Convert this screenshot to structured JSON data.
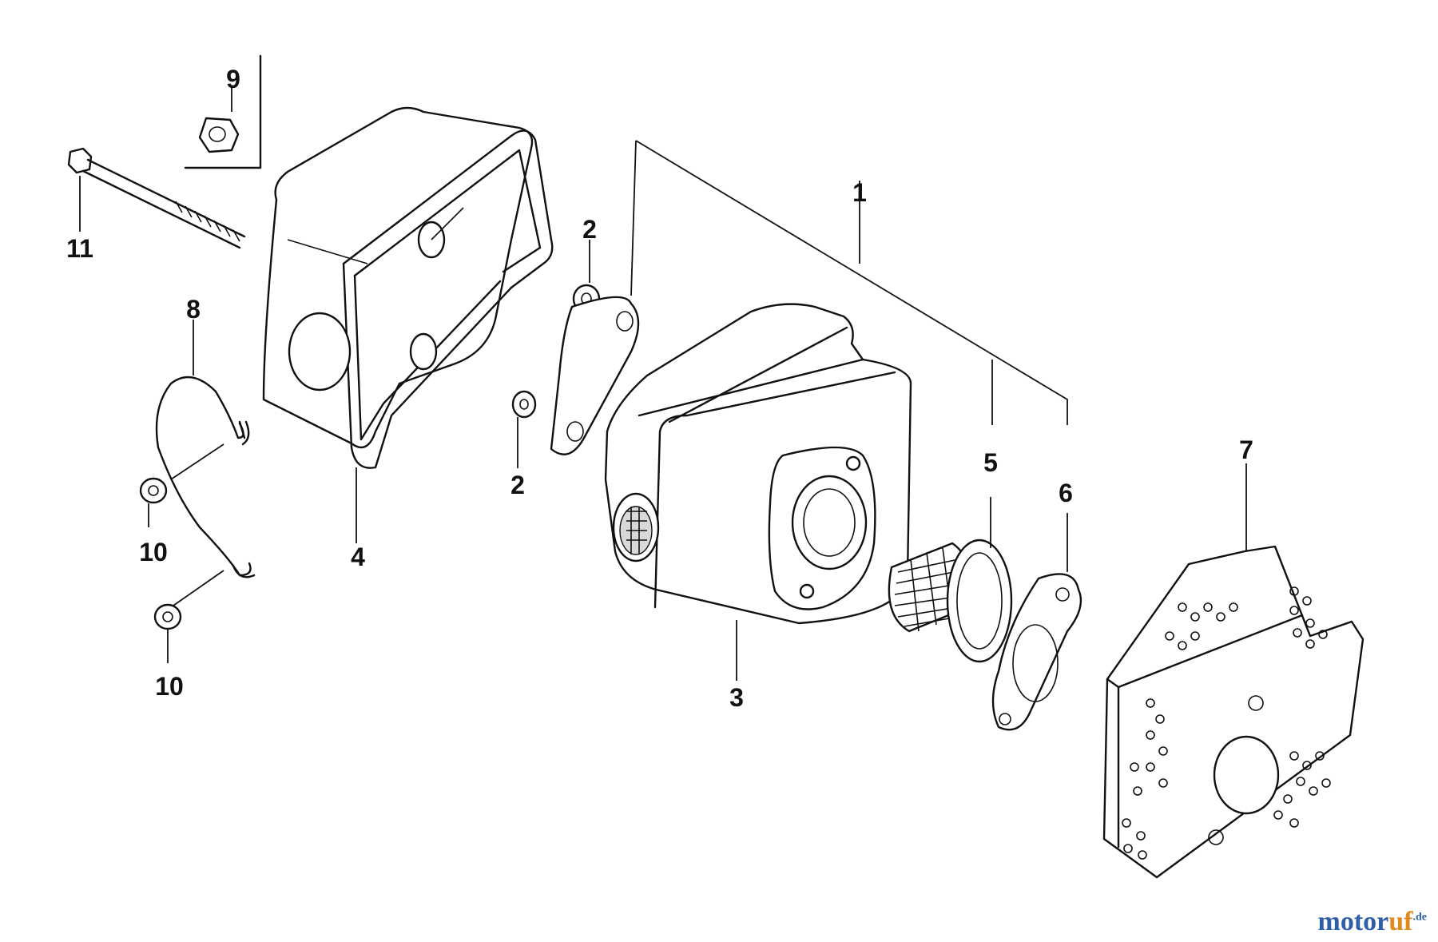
{
  "callouts": {
    "c1": "1",
    "c2a": "2",
    "c2b": "2",
    "c3": "3",
    "c4": "4",
    "c5": "5",
    "c6": "6",
    "c7": "7",
    "c8": "8",
    "c9": "9",
    "c10a": "10",
    "c10b": "10",
    "c11": "11"
  },
  "watermark": {
    "part1": "motor",
    "part2": "uf",
    "suffix": ".de"
  },
  "colors": {
    "line": "#111111",
    "background": "#ffffff",
    "watermark_blue": "#2f5fa8",
    "watermark_orange": "#e08a1e"
  }
}
